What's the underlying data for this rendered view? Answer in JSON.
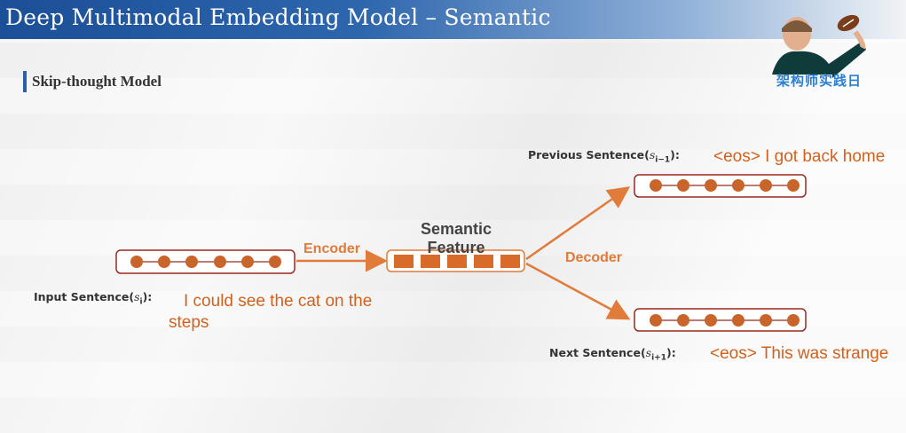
{
  "header": {
    "title": "Deep Multimodal Embedding Model  –  Semantic"
  },
  "section": {
    "title": "Skip-thought Model"
  },
  "logo": {
    "text": "架构师实践日",
    "icon": "person-throwing-football-icon"
  },
  "diagram": {
    "semantic_feature": "Semantic Feature",
    "encoder_label": "Encoder",
    "decoder_label": "Decoder",
    "input": {
      "label": "Input Sentence",
      "var": "s",
      "sub": "i",
      "sentence": "I could see the cat on the steps"
    },
    "previous": {
      "label": "Previous Sentence",
      "var": "s",
      "sub": "i−1",
      "sentence": "<eos> I got back home"
    },
    "next": {
      "label": "Next Sentence",
      "var": "s",
      "sub": "i+1",
      "sentence": "<eos> This was strange"
    }
  },
  "colors": {
    "accent_orange": "#e07b3a",
    "node_orange": "#c9642a",
    "border_dark_red": "#9a2a1e",
    "header_blue": "#1b4f97"
  }
}
